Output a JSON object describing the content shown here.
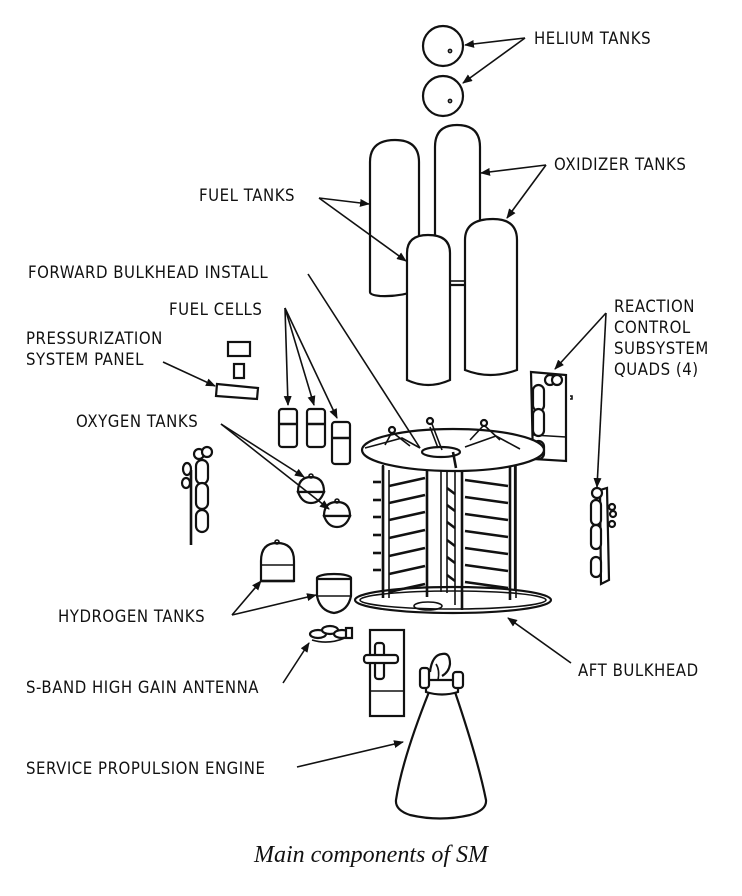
{
  "diagram": {
    "title": "Main components of SM",
    "labels": {
      "helium_tanks": "HELIUM TANKS",
      "oxidizer_tanks": "OXIDIZER TANKS",
      "fuel_tanks": "FUEL TANKS",
      "forward_bulkhead": "FORWARD BULKHEAD INSTALL",
      "fuel_cells": "FUEL CELLS",
      "pressurization_panel": "PRESSURIZATION\nSYSTEM PANEL",
      "reaction_control": "REACTION\nCONTROL\nSUBSYSTEM\nQUADS (4)",
      "oxygen_tanks": "OXYGEN TANKS",
      "hydrogen_tanks": "HYDROGEN TANKS",
      "aft_bulkhead": "AFT BULKHEAD",
      "s_band_antenna": "S-BAND HIGH GAIN ANTENNA",
      "service_propulsion_engine": "SERVICE PROPULSION ENGINE"
    },
    "colors": {
      "ink": "#111111",
      "background": "#ffffff"
    }
  }
}
